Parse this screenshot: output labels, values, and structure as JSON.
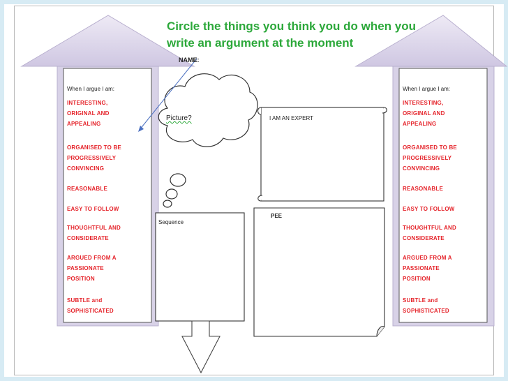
{
  "instruction": {
    "line1": "Circle the things you think you do when you",
    "line2": "write an argument at the moment"
  },
  "worksheet": {
    "name_label": "NAME:",
    "picture_label": "Picture?",
    "expert_label": "I AM AN EXPERT",
    "sequence_label": "Sequence",
    "pee_label": "PEE"
  },
  "columns": {
    "heading": "When I argue I am:",
    "items": [
      "INTERESTING,\nORIGINAL AND\nAPPEALING",
      "ORGANISED TO BE\nPROGRESSIVELY\nCONVINCING",
      "REASONABLE",
      "EASY TO FOLLOW",
      "THOUGHTFUL AND\nCONSIDERATE",
      "ARGUED  FROM A\nPASSIONATE\nPOSITION",
      "SUBTLE and\nSOPHISTICATED"
    ]
  },
  "colors": {
    "instruction_text": "#2ca83a",
    "item_text": "#e5242b",
    "arrow_fill": "#dcd6ea",
    "pointer_line": "#4a6fc0",
    "frame": "#d7ebf4"
  }
}
